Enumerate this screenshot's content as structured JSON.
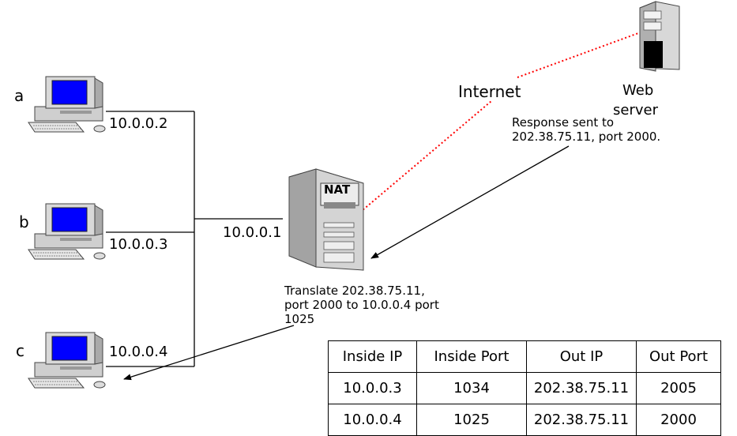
{
  "hosts": [
    {
      "id": "a",
      "label": "a",
      "ip": "10.0.0.2"
    },
    {
      "id": "b",
      "label": "b",
      "ip": "10.0.0.3"
    },
    {
      "id": "c",
      "label": "c",
      "ip": "10.0.0.4"
    }
  ],
  "nat": {
    "label": "NAT",
    "inside_ip": "10.0.0.1"
  },
  "internet_label": "Internet",
  "web_server": {
    "line1": "Web",
    "line2": "server"
  },
  "response_note": {
    "line1": "Response sent to",
    "line2": "202.38.75.11, port 2000."
  },
  "translate_note": {
    "line1": "Translate   202.38.75.11,",
    "line2": "port 2000 to 10.0.0.4 port",
    "line3": "1025"
  },
  "table": {
    "headers": [
      "Inside IP",
      "Inside Port",
      "Out IP",
      "Out Port"
    ],
    "rows": [
      [
        "10.0.0.3",
        "1034",
        "202.38.75.11",
        "2005"
      ],
      [
        "10.0.0.4",
        "1025",
        "202.38.75.11",
        "2000"
      ]
    ]
  },
  "colors": {
    "screen": "#0000ff",
    "dotted_link": "#ff0000",
    "computer_body": "#c8c8c8"
  }
}
